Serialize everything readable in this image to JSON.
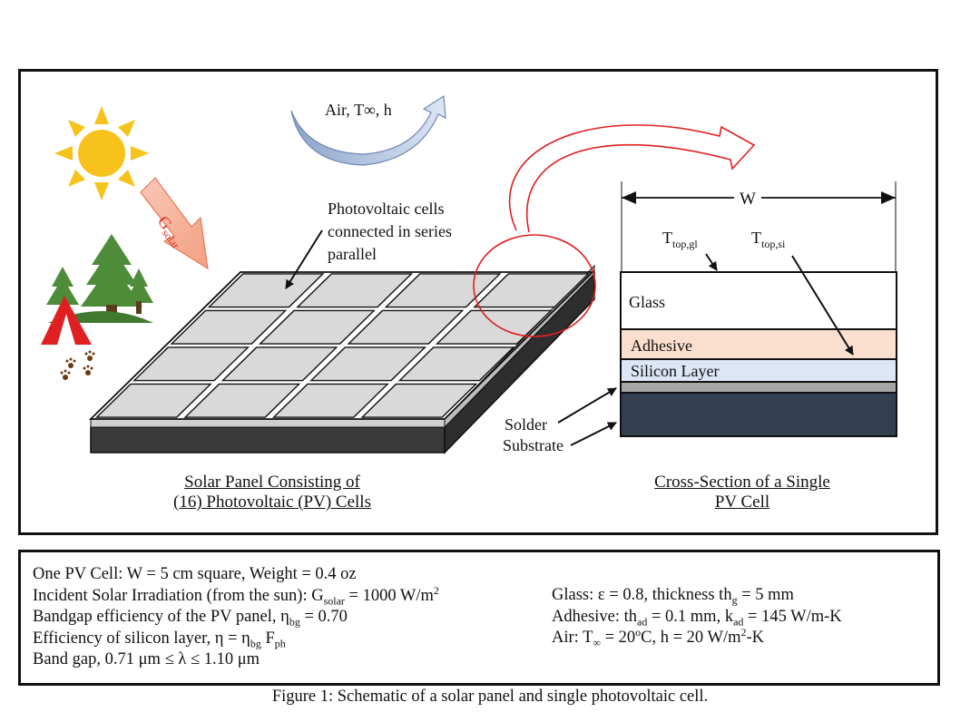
{
  "labels": {
    "air": "Air, T∞, h",
    "g_solar_main": "G",
    "g_solar_sub": "solar",
    "pv_cells_line1": "Photovoltaic cells",
    "pv_cells_line2": "connected in series",
    "pv_cells_line3": "parallel",
    "width": "W",
    "t_top_gl_main": "T",
    "t_top_gl_sub": "top,gl",
    "t_top_si_main": "T",
    "t_top_si_sub": "top,si",
    "glass": "Glass",
    "adhesive": "Adhesive",
    "silicon": "Silicon Layer",
    "solder": "Solder",
    "substrate": "Substrate"
  },
  "captions": {
    "panel_line1": "Solar Panel Consisting of",
    "panel_line2": "(16) Photovoltaic (PV) Cells",
    "cross_line1": "Cross-Section of a Single",
    "cross_line2": "PV Cell"
  },
  "info_left": [
    "One PV Cell: W = 5 cm square, Weight = 0.4 oz",
    "Incident Solar Irradiation (from the sun): G",
    "solar",
    " = 1000 W/m",
    "2",
    "Bandgap efficiency of the PV panel, η",
    "bg",
    " = 0.70",
    "Efficiency of silicon layer, η = η",
    "bg",
    " F",
    "ph",
    "Band gap, 0.71 μm ≤ λ ≤ 1.10 μm"
  ],
  "info_right": [
    "Glass: ε = 0.8, thickness th",
    "g",
    " = 5 mm",
    "Adhesive: th",
    "ad",
    " = 0.1 mm, k",
    "ad",
    " = 145 W/m-K",
    "Air: T",
    "∞",
    " = 20",
    "o",
    "C, h = 20 W/m",
    "2",
    "-K"
  ],
  "figure_caption": "Figure 1: Schematic of a solar panel and single photovoltaic cell.",
  "colors": {
    "sun": "#f7c21b",
    "tree": "#4e8c3a",
    "tent": "#e02020",
    "cell_fill": "#d9d9d9",
    "panel_side": "#3a3a3a",
    "adhesive": "#fadfcf",
    "silicon": "#dce6f5",
    "solder": "#a6a6a6",
    "substrate": "#333f50",
    "loop": "#e02020",
    "air_arrow": "#9fb4d9"
  }
}
